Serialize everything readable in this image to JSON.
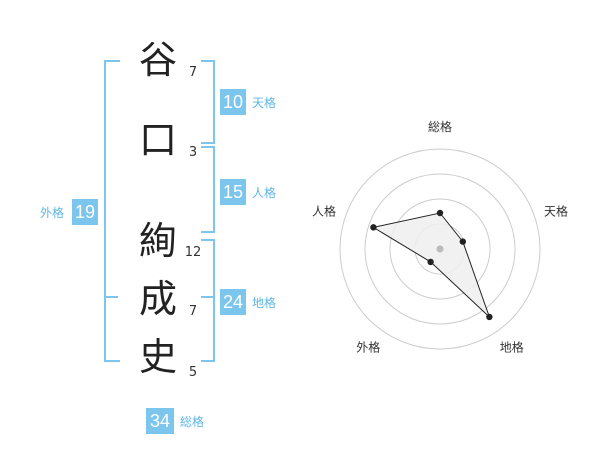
{
  "name": {
    "characters": [
      {
        "char": "谷",
        "strokes": "7"
      },
      {
        "char": "口",
        "strokes": "3"
      },
      {
        "char": "絢",
        "strokes": "12"
      },
      {
        "char": "成",
        "strokes": "7"
      },
      {
        "char": "史",
        "strokes": "5"
      }
    ]
  },
  "fortune": {
    "tenkaku": {
      "value": "10",
      "label": "天格"
    },
    "jinkaku": {
      "value": "15",
      "label": "人格"
    },
    "chikaku": {
      "value": "24",
      "label": "地格"
    },
    "gaikaku": {
      "value": "19",
      "label": "外格"
    },
    "soukaku": {
      "value": "34",
      "label": "総格"
    }
  },
  "chart_data": {
    "type": "radar",
    "axes": [
      "総格",
      "天格",
      "地格",
      "外格",
      "人格"
    ],
    "values": [
      1.8,
      1.2,
      4.2,
      0.8,
      3.5
    ],
    "rmax": 5,
    "rings": 4,
    "colors": {
      "fill": "#eeeeee",
      "stroke": "#222222",
      "grid": "#cccccc",
      "center": "#bbbbbb"
    }
  }
}
